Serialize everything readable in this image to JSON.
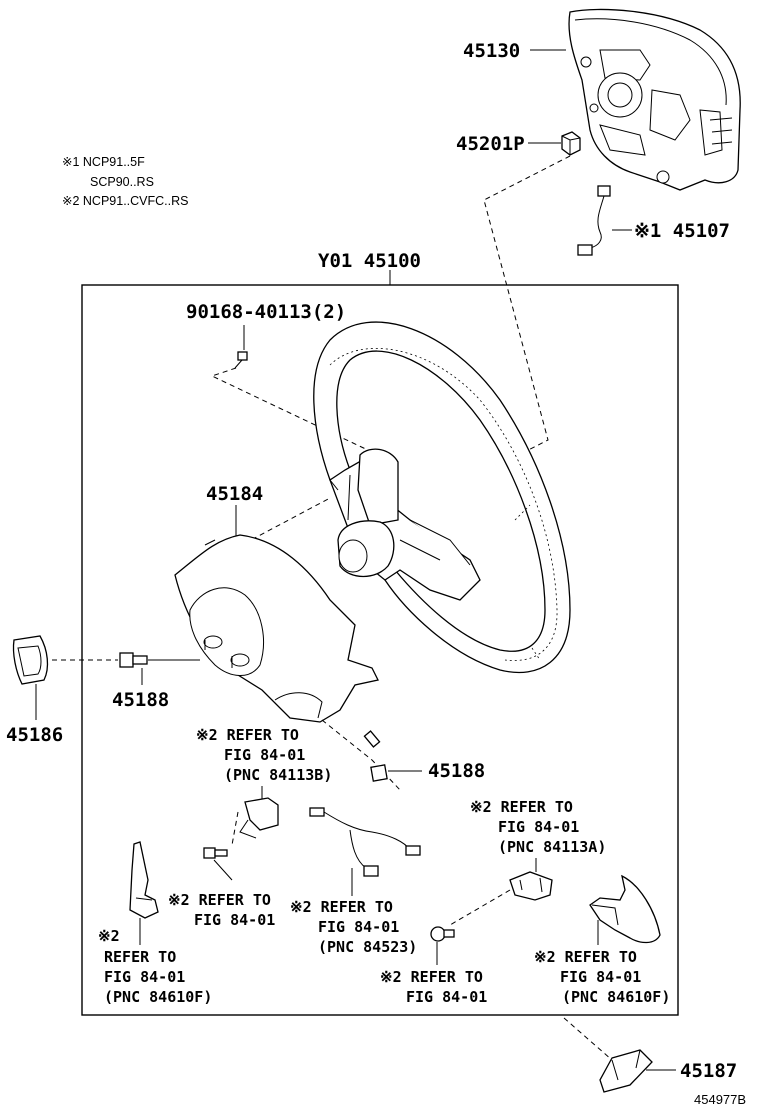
{
  "notes": {
    "n1_line1": "※1 NCP91..5F",
    "n1_line2": "SCP90..RS",
    "n2_line1": "※2 NCP91..CVFC..RS"
  },
  "parts": {
    "p45130": "45130",
    "p45201p": "45201P",
    "p45107": "※1 45107",
    "p45100": "Y01 45100",
    "p90168": "90168-40113(2)",
    "p45184": "45184",
    "p45188a": "45188",
    "p45188b": "45188",
    "p45186": "45186",
    "p45187": "45187"
  },
  "refs": {
    "r84113b": {
      "l1": "※2 REFER TO",
      "l2": "FIG 84-01",
      "l3": "(PNC 84113B)"
    },
    "r84113a": {
      "l1": "※2 REFER TO",
      "l2": "FIG 84-01",
      "l3": "(PNC 84113A)"
    },
    "rLeftMid": {
      "l1": "※2 REFER TO",
      "l2": "FIG 84-01"
    },
    "r84523": {
      "l1": "※2 REFER TO",
      "l2": "FIG 84-01",
      "l3": "(PNC 84523)"
    },
    "rBottomMid": {
      "l1": "※2 REFER TO",
      "l2": "FIG 84-01"
    },
    "r84610fLeft": {
      "l0": "※2",
      "l1": "REFER TO",
      "l2": "FIG 84-01",
      "l3": "(PNC 84610F)"
    },
    "r84610fRight": {
      "l1": "※2 REFER TO",
      "l2": "FIG 84-01",
      "l3": "(PNC 84610F)"
    }
  },
  "footer": {
    "code": "454977B"
  }
}
